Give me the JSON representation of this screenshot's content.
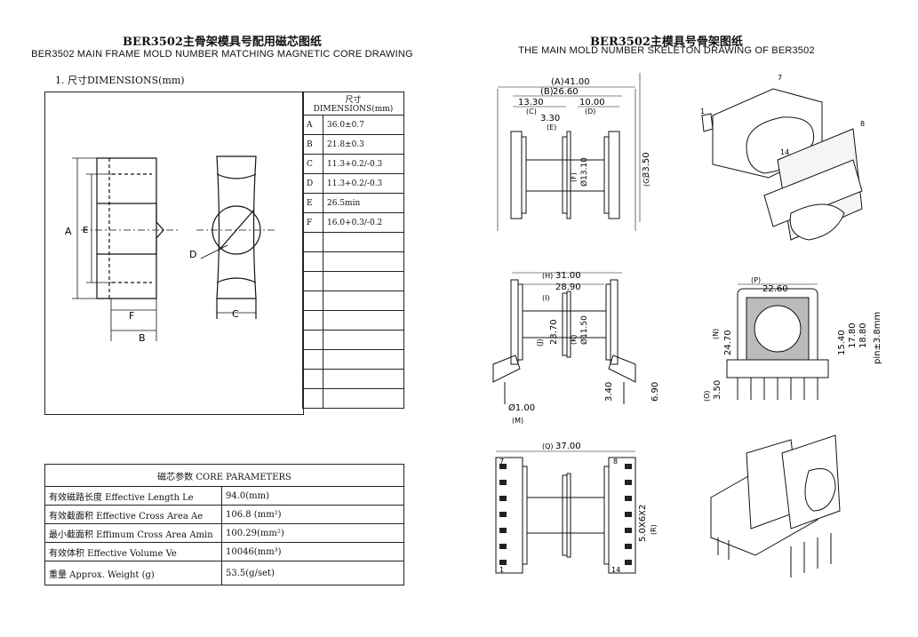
{
  "left": {
    "title_cn": "BER3502主骨架模具号配用磁芯图纸",
    "title_en": "BER3502 MAIN FRAME MOLD NUMBER MATCHING MAGNETIC CORE DRAWING",
    "section": "1. 尺寸DIMENSIONS(mm)",
    "dim_header_cn": "尺寸",
    "dim_header_en": "DIMENSIONS(mm)",
    "dims": [
      {
        "key": "A",
        "value": "36.0±0.7"
      },
      {
        "key": "B",
        "value": "21.8±0.3"
      },
      {
        "key": "C",
        "value": "11.3+0.2/-0.3"
      },
      {
        "key": "D",
        "value": "11.3+0.2/-0.3"
      },
      {
        "key": "E",
        "value": "26.5min"
      },
      {
        "key": "F",
        "value": "16.0+0.3/-0.2"
      }
    ],
    "drawing_labels": {
      "A": "A",
      "E": "E",
      "F": "F",
      "B": "B",
      "C": "C",
      "D": "D"
    },
    "core_header": "磁芯参数   CORE PARAMETERS",
    "core_params": [
      {
        "label": "有效磁路长度 Effective Length  Le",
        "value": "94.0(mm)"
      },
      {
        "label": "有效截面积 Effective Cross Area Ae",
        "value": "106.8 (mm²)"
      },
      {
        "label": "最小截面积 Effimum Cross Area Amin",
        "value": "100.29(mm²)"
      },
      {
        "label": "有效体积 Effective Volume Ve",
        "value": "10046(mm³)"
      },
      {
        "label": "重量 Approx. Weight (g)",
        "value": "53.5(g/set)"
      }
    ]
  },
  "right": {
    "title_cn": "BER3502主模具号骨架图纸",
    "title_en": "THE MAIN MOLD NUMBER SKELETON DRAWING OF BER3502",
    "dims_top": {
      "A": "41.00",
      "A_tag": "(A)",
      "B": "26.60",
      "B_tag": "(B)",
      "C": "13.30",
      "C_tag": "(C)",
      "D": "10.00",
      "D_tag": "(D)",
      "E": "3.30",
      "E_tag": "(E)",
      "F": "Ø13.10",
      "F_tag": "(F)",
      "G": "33.50",
      "G_tag": "(G)"
    },
    "dims_mid": {
      "H": "31.00",
      "H_tag": "(H)",
      "I": "28.90",
      "I_tag": "(I)",
      "J": "23.70",
      "J_tag": "(J)",
      "K": "Ø11.50",
      "K_tag": "(K)",
      "L": "3.40",
      "M": "6.90",
      "N": "Ø1.00",
      "N_tag": "(M)"
    },
    "dims_front": {
      "P": "22.60",
      "P_tag": "(P)",
      "N": "24.70",
      "N_tag": "(N)",
      "r1": "15.40",
      "r2": "17.80",
      "r3": "18.80",
      "pin": "pin±3.8mm",
      "O": "3.50",
      "O_tag": "(O)"
    },
    "dims_bottom": {
      "Q": "37.00",
      "Q_tag": "(Q)",
      "R": "5.0X6X2",
      "R_tag": "(R)",
      "pin_tl": "7",
      "pin_tr": "8",
      "pin_bl": "1",
      "pin_br": "14"
    },
    "iso_labels": {
      "p1": "1",
      "p7": "7",
      "p8": "8",
      "p14": "14"
    }
  }
}
